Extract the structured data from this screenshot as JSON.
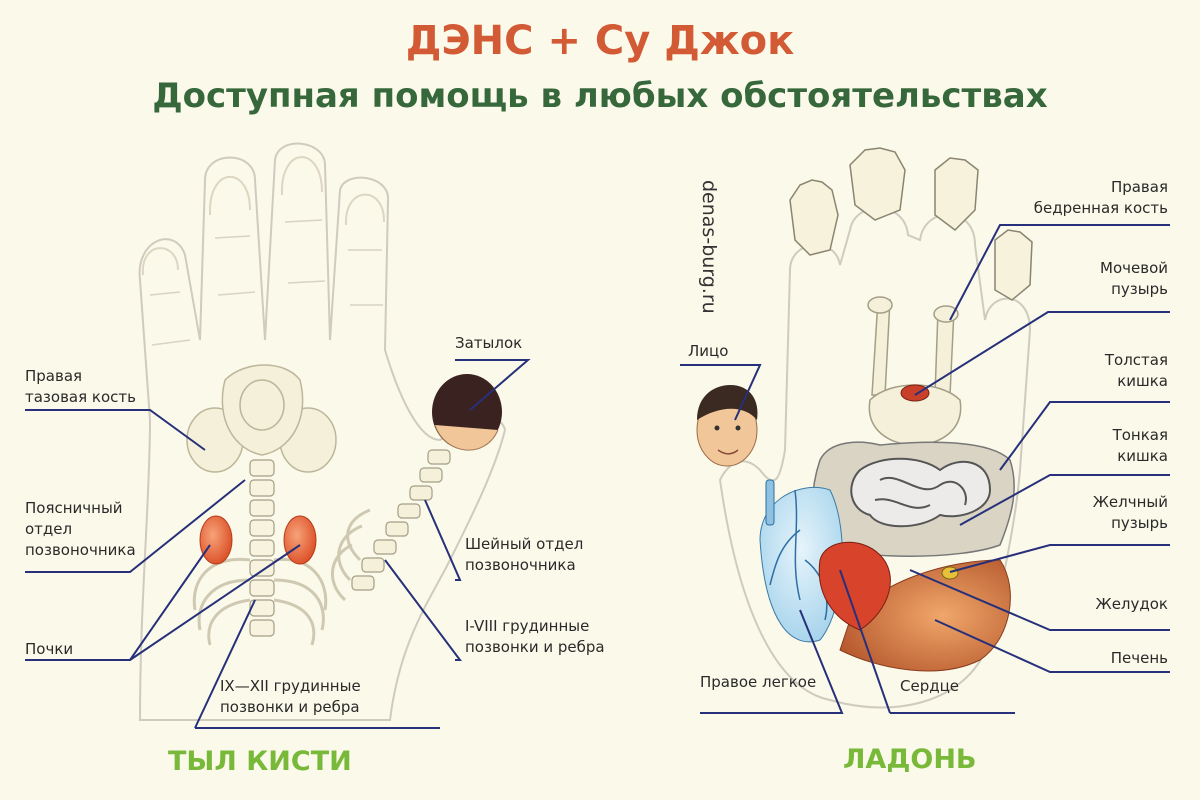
{
  "header": {
    "title": "ДЭНС + Су Джок",
    "subtitle": "Доступная помощь в любых обстоятельствах"
  },
  "watermark": "denas-burg.ru",
  "back_of_hand": {
    "section_label": "ТЫЛ КИСТИ",
    "labels": {
      "pelvis": [
        "Правая",
        "тазовая кость"
      ],
      "lumbar": [
        "Поясничный",
        "отдел",
        "позвоночника"
      ],
      "kidneys": "Почки",
      "lower_thoracic": [
        "IX—XII грудинные",
        "позвонки и ребра"
      ],
      "occiput": "Затылок",
      "cervical": [
        "Шейный отдел",
        "позвоночника"
      ],
      "upper_thoracic": [
        "I-VIII грудинные",
        "позвонки и ребра"
      ]
    }
  },
  "palm": {
    "section_label": "ЛАДОНЬ",
    "labels": {
      "face": "Лицо",
      "femur": [
        "Правая",
        "бедренная кость"
      ],
      "bladder": [
        "Мочевой",
        "пузырь"
      ],
      "colon": [
        "Толстая",
        "кишка"
      ],
      "small_intestine": [
        "Тонкая",
        "кишка"
      ],
      "gallbladder": [
        "Желчный",
        "пузырь"
      ],
      "stomach": "Желудок",
      "liver": "Печень",
      "right_lung": "Правое легкое",
      "heart": "Сердце"
    }
  },
  "colors": {
    "title": "#d25a34",
    "subtitle": "#36683b",
    "section": "#78b93a",
    "leader_line": "#27307a",
    "background": "#fbf9ea"
  }
}
